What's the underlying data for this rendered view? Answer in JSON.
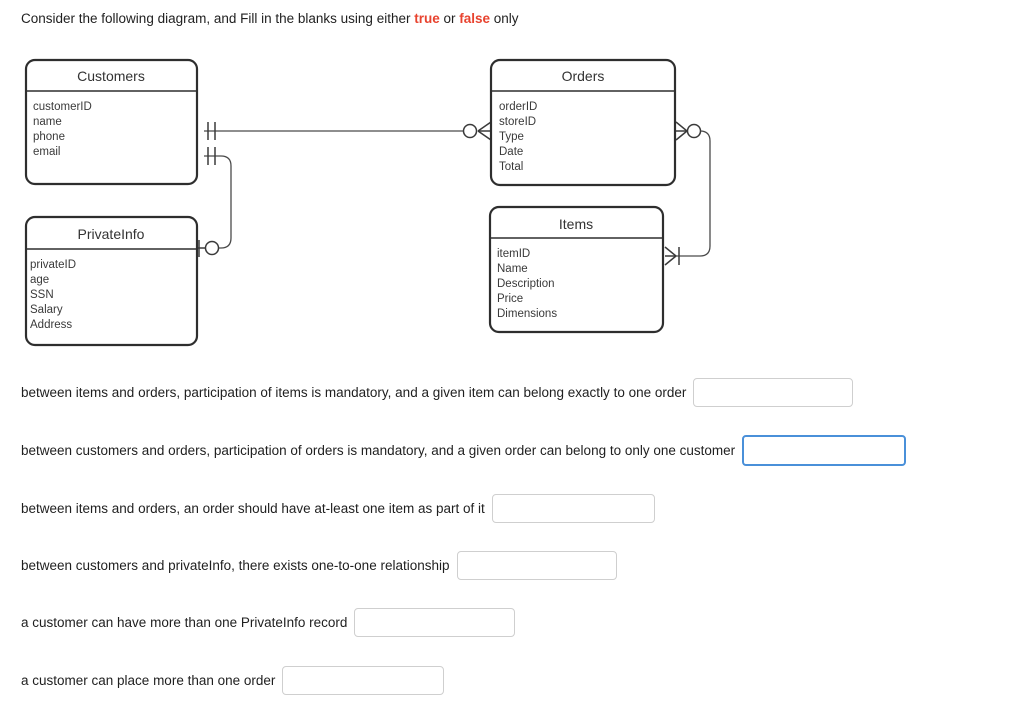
{
  "prompt": {
    "before": "Consider the following diagram, and Fill in the blanks using either ",
    "true_word": "true",
    "middle": " or ",
    "false_word": "false",
    "after": " only",
    "true_color": "#e8432f",
    "false_color": "#e8432f"
  },
  "diagram": {
    "entities": [
      {
        "name": "customers",
        "title": "Customers",
        "attributes": [
          "customerID",
          "name",
          "phone",
          "email"
        ]
      },
      {
        "name": "orders",
        "title": "Orders",
        "attributes": [
          "orderID",
          "storeID",
          "Type",
          "Date",
          "Total"
        ]
      },
      {
        "name": "privateinfo",
        "title": "PrivateInfo",
        "attributes": [
          "privateID",
          "age",
          "SSN",
          "Salary",
          "Address"
        ]
      },
      {
        "name": "items",
        "title": "Items",
        "attributes": [
          "itemID",
          "Name",
          "Description",
          "Price",
          "Dimensions"
        ]
      }
    ],
    "relationships": [
      {
        "from": "Customers",
        "to": "Orders",
        "from_cardinality": "exactly-one",
        "to_cardinality": "zero-or-many"
      },
      {
        "from": "Customers",
        "to": "PrivateInfo",
        "from_cardinality": "exactly-one",
        "to_cardinality": "zero-or-one"
      },
      {
        "from": "Orders",
        "to": "Items",
        "from_cardinality": "zero-or-many",
        "to_cardinality": "one-or-many"
      }
    ]
  },
  "questions": [
    {
      "text": "between items and orders, participation of items is mandatory, and a given item can belong exactly to one order",
      "value": "",
      "focused": false,
      "input_width": 160
    },
    {
      "text": "between customers and orders, participation of orders is mandatory, and a given order can belong to only one customer",
      "value": "",
      "focused": true,
      "input_width": 164
    },
    {
      "text": "between items and orders, an order should have at-least one item as part of it",
      "value": "",
      "focused": false,
      "input_width": 163
    },
    {
      "text": "between customers and privateInfo, there exists one-to-one relationship",
      "value": "",
      "focused": false,
      "input_width": 160
    },
    {
      "text": "a customer can have more than one PrivateInfo record",
      "value": "",
      "focused": false,
      "input_width": 161
    },
    {
      "text": "a customer can place more than one order",
      "value": "",
      "focused": false,
      "input_width": 162
    }
  ]
}
